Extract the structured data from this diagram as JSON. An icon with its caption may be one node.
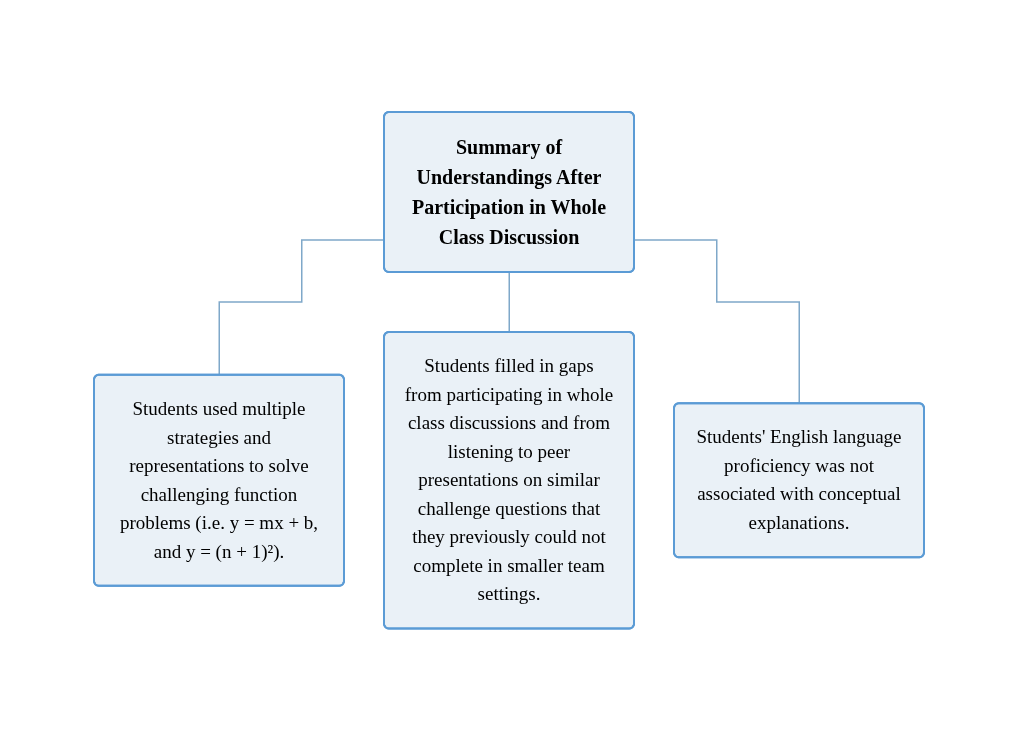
{
  "diagram": {
    "nodes": [
      {
        "text": [
          "Summary of Understandings After Participation in Whole Class Discussion"
        ]
      },
      {
        "text": [
          "Students used multiple strategies and representations to solve challenging function problems (i.e. y = mx + b, and y = (n + 1)²)."
        ]
      },
      {
        "text": [
          "Students filled in gaps from participating in whole class discussions and from listening to peer presentations on similar challenge questions that they previously could not complete in smaller team settings."
        ]
      },
      {
        "text": [
          "Students' English language proficiency was not associated with conceptual explanations."
        ]
      }
    ],
    "edges": [
      {
        "from": 0,
        "to": 1,
        "arrow": "none"
      },
      {
        "from": 0,
        "to": 2,
        "arrow": "none"
      },
      {
        "from": 0,
        "to": 3,
        "arrow": "none"
      }
    ]
  }
}
